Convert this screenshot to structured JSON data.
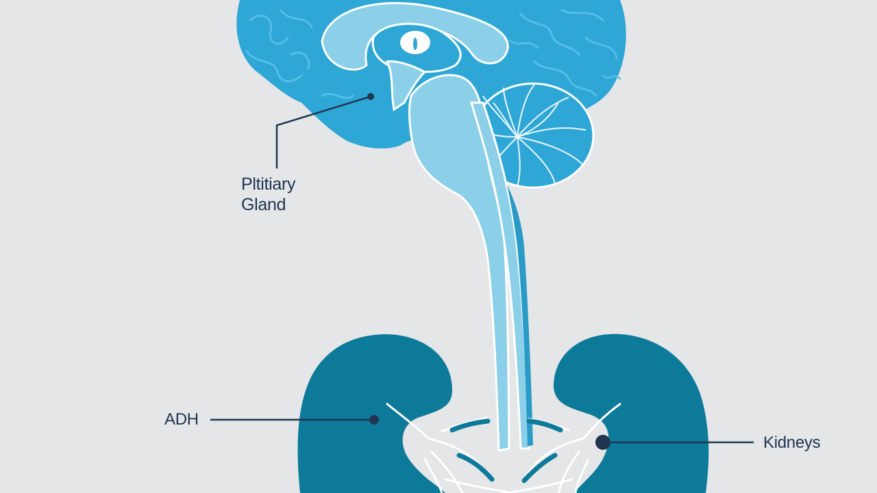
{
  "labels": {
    "pituitary_line1": "Pltitiary",
    "pituitary_line2": "Gland",
    "adh": "ADH",
    "kidneys": "Kidneys"
  },
  "colors": {
    "background": "#e4e6e8",
    "brain": "#2ea7d6",
    "brain_highlight": "#5cc2ea",
    "brainstem": "#8ccfe8",
    "kidney": "#0e7a9a",
    "label_text": "#1f3550",
    "pointer": "#1f3550"
  }
}
